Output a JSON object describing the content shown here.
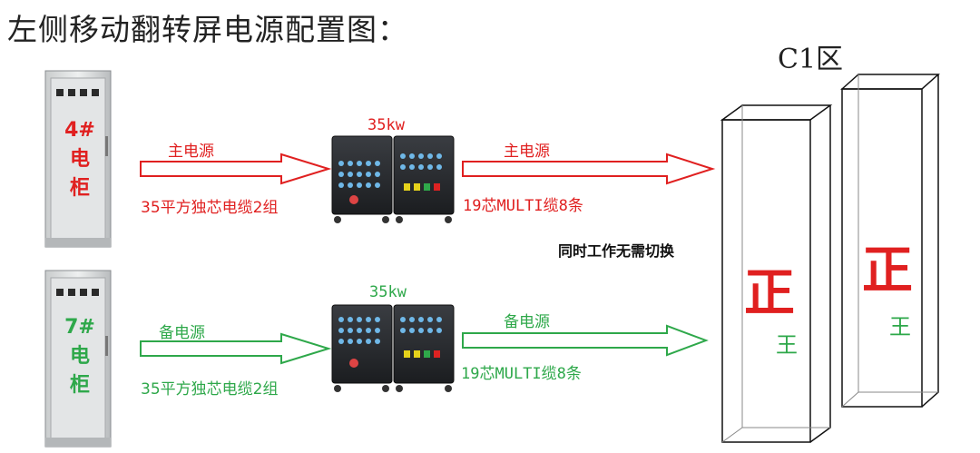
{
  "title": "左侧移动翻转屏电源配置图：",
  "zone_label": "C1区",
  "colors": {
    "main": "#e02020",
    "backup": "#2ea84a",
    "text_dark": "#222222"
  },
  "cabinets": [
    {
      "number": "4#",
      "line1": "电",
      "line2": "柜",
      "color": "#e02020"
    },
    {
      "number": "7#",
      "line1": "电",
      "line2": "柜",
      "color": "#2ea84a"
    }
  ],
  "main_supply": {
    "label": "主电源",
    "cable": "35平方独芯电缆2组",
    "power": "35kw",
    "out_label": "主电源",
    "out_cable": "19芯MULTI缆8条"
  },
  "backup_supply": {
    "label": "备电源",
    "cable": "35平方独芯电缆2组",
    "power": "35kw",
    "out_label": "备电源",
    "out_cable": "19芯MULTI缆8条"
  },
  "note": "同时工作无需切换",
  "screens": [
    {
      "main_char": "正",
      "sub_char": "王"
    },
    {
      "main_char": "正",
      "sub_char": "王"
    }
  ]
}
